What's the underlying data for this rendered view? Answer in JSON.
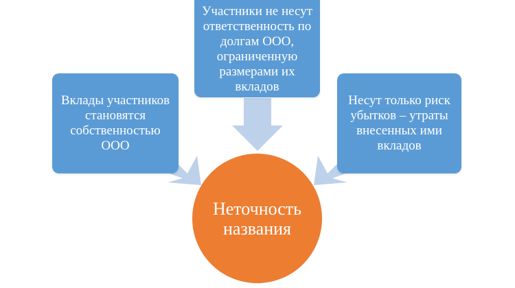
{
  "colors": {
    "box_fill": "#5b9bd5",
    "circle_fill": "#ed7d31",
    "arrow_fill": "#bdd1ea"
  },
  "diagram": {
    "boxes": [
      {
        "id": "left",
        "text": "Вклады участников\nстановятся\nсобственностью\nООО"
      },
      {
        "id": "top",
        "text": "Участники не несут\nответственность по\nдолгам ООО,\nограниченную\nразмерами их\nвкладов"
      },
      {
        "id": "right",
        "text": "Несут только риск\nубытков – утраты\nвнесенных ими\nвкладов"
      }
    ],
    "center": {
      "text": "Неточность\nназвания"
    },
    "arrows": [
      {
        "from": "left",
        "to": "center"
      },
      {
        "from": "top",
        "to": "center"
      },
      {
        "from": "right",
        "to": "center"
      }
    ]
  }
}
